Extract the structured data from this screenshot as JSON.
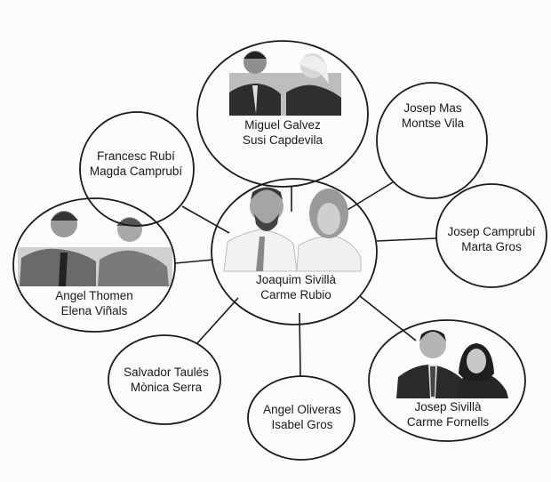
{
  "diagram": {
    "center": {
      "line1": "Joaquim Sivillà",
      "line2": "Carme Rubio",
      "photo": true
    },
    "nodes": [
      {
        "id": "miguel",
        "line1": "Miguel Galvez",
        "line2": "Susi Capdevila",
        "photo": true
      },
      {
        "id": "francesc",
        "line1": "Francesc Rubí",
        "line2": "Magda Camprubí",
        "photo": false
      },
      {
        "id": "josep-mas",
        "line1": "Josep Mas",
        "line2": "Montse Vila",
        "photo": false
      },
      {
        "id": "josep-camprubi",
        "line1": "Josep Camprubí",
        "line2": "Marta Gros",
        "photo": false
      },
      {
        "id": "angel-thomen",
        "line1": "Angel Thomen",
        "line2": "Elena Viñals",
        "photo": true
      },
      {
        "id": "salvador",
        "line1": "Salvador Taulés",
        "line2": "Mònica Serra",
        "photo": false
      },
      {
        "id": "angel-oliveras",
        "line1": "Angel Oliveras",
        "line2": "Isabel Gros",
        "photo": false
      },
      {
        "id": "josep-sivilla",
        "line1": "Josep Sivillà",
        "line2": "Carme Fornells",
        "photo": true
      }
    ]
  }
}
